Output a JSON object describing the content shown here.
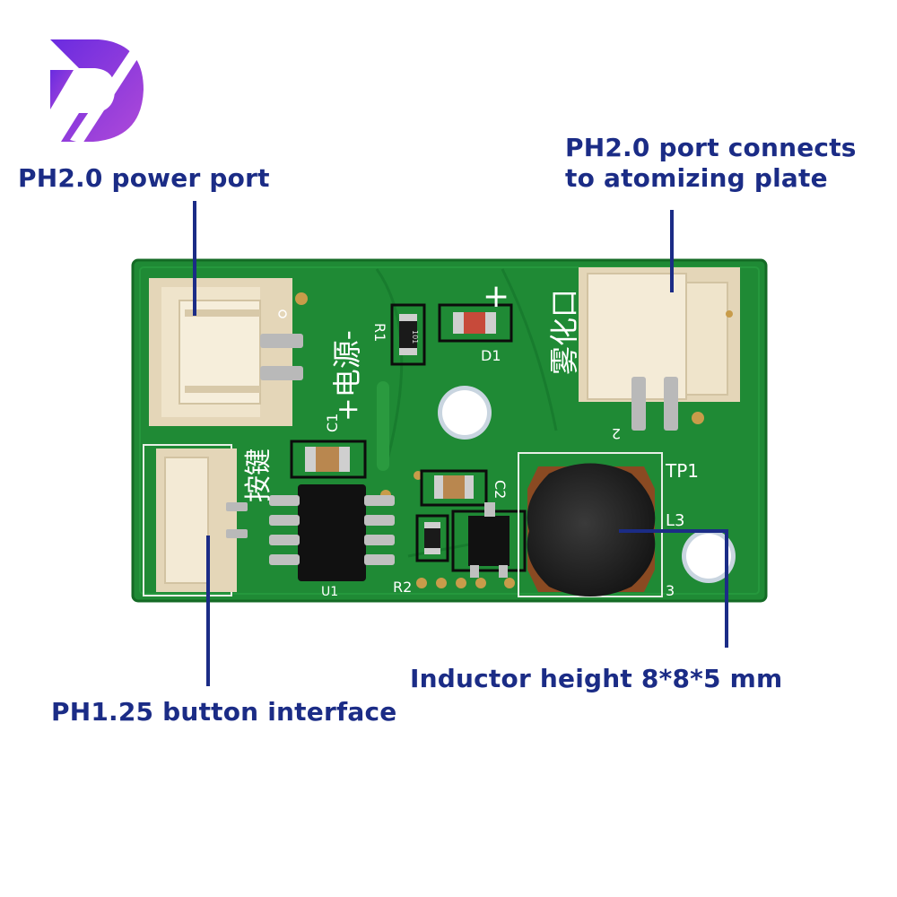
{
  "callouts": {
    "power_port": "PH2.0 power port",
    "atomizer_port_line1": "PH2.0 port connects",
    "atomizer_port_line2": "to atomizing plate",
    "inductor": "Inductor height 8*8*5 mm",
    "button": "PH1.25 button interface"
  },
  "silkscreen": {
    "power_cn": "+电源-",
    "atomizer_cn": "雾化口",
    "button_cn": "按键",
    "plus": "+",
    "d1": "D1",
    "r1": "R1",
    "r2": "R2",
    "tp1": "TP1",
    "l3": "L3",
    "u1": "U1",
    "c2": "C2",
    "c1": "C1",
    "two": "2",
    "three": "3",
    "res_code": "101"
  },
  "colors": {
    "callout_text": "#1b2c86",
    "pcb": "#1f8a35",
    "connector": "#ece0c6",
    "logo_purple": "#8a3be0"
  },
  "icons": {
    "logo": "brand-d-logo"
  }
}
